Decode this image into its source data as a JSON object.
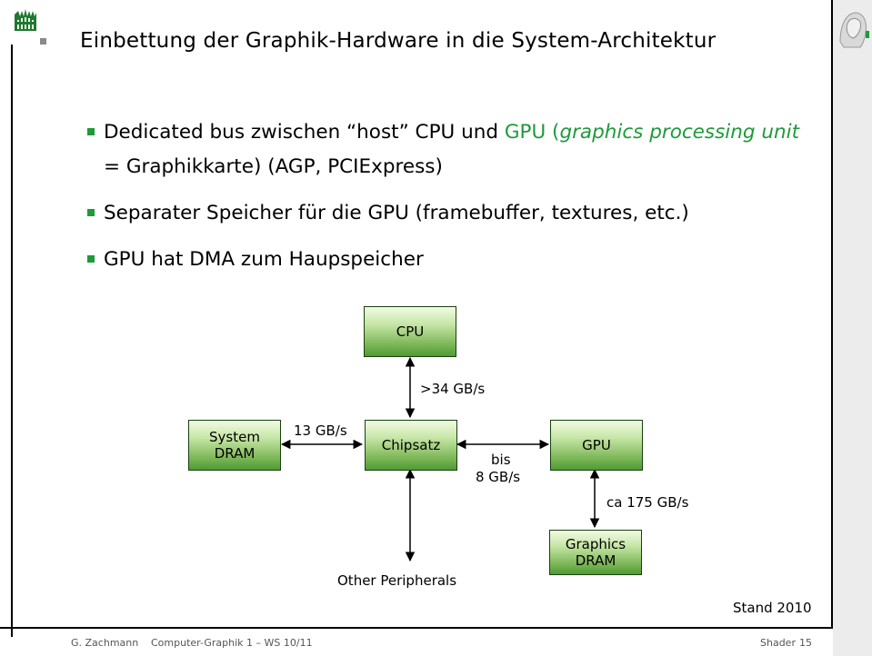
{
  "slide": {
    "title": "Einbettung der Graphik-Hardware in die System-Architektur",
    "bullets": [
      {
        "t1": "Dedicated bus zwischen “host” CPU und ",
        "gpu": "GPU (",
        "gpu_term": "graphics processing unit",
        "t2": " = Graphikkarte) (AGP, PCIExpress)"
      },
      {
        "text": "Separater Speicher für die GPU (framebuffer, textures, etc.)"
      },
      {
        "text": "GPU hat DMA zum Haupspeicher"
      }
    ]
  },
  "diagram": {
    "cpu": "CPU",
    "system_dram": "System DRAM",
    "chipsatz": "Chipsatz",
    "gpu": "GPU",
    "graphics_dram": "Graphics DRAM",
    "label_cpu_link": ">34 GB/s",
    "label_dram_link": "13 GB/s",
    "label_gpu_link_1": "bis",
    "label_gpu_link_2": "8 GB/s",
    "label_gfx_dram_link": "ca 175 GB/s",
    "other": "Other Peripherals",
    "stand": "Stand 2010"
  },
  "footer": {
    "author": "G. Zachmann",
    "course": "Computer-Graphik 1 – WS 10/11",
    "section": "Shader",
    "page": "15"
  },
  "colors": {
    "accent_green": "#1e9a3b",
    "box_green": "#6fae4a"
  }
}
